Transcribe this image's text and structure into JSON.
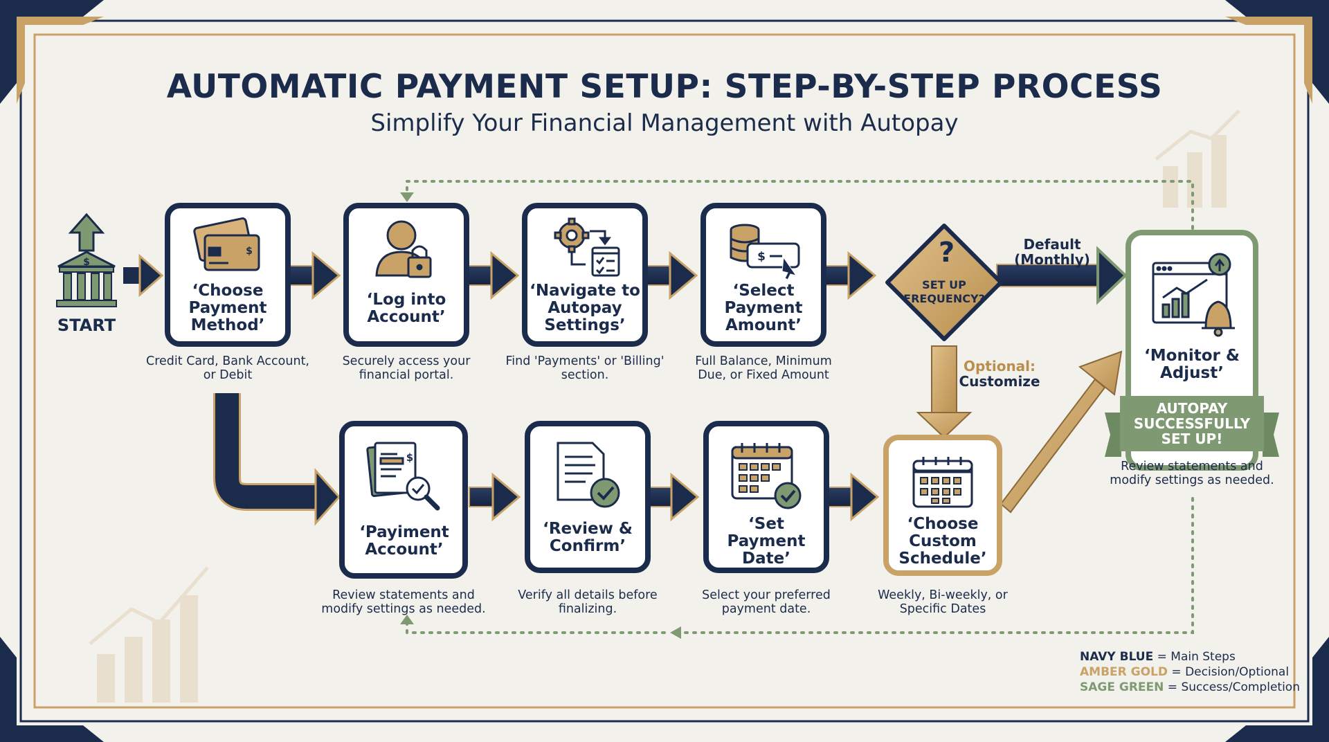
{
  "header": {
    "title": "AUTOMATIC PAYMENT SETUP: STEP-BY-STEP PROCESS",
    "subtitle": "Simplify Your Financial Management with Autopay"
  },
  "start": {
    "label": "START"
  },
  "top_steps": [
    {
      "label": "‘Choose Payment Method’",
      "desc": "Credit Card, Bank Account, or Debit"
    },
    {
      "label": "‘Log into Account’",
      "desc": "Securely access your financial portal."
    },
    {
      "label": "‘Navigate to Autopay Settings’",
      "desc": "Find 'Payments' or 'Billing' section."
    },
    {
      "label": "‘Select Payment Amount’",
      "desc": "Full Balance, Minimum Due, or Fixed Amount"
    }
  ],
  "decision": {
    "icon_glyph": "?",
    "label": "SET UP FREQUENCY?"
  },
  "branches": {
    "default_label": "Default (Monthly)",
    "optional_label": "Optional:",
    "optional_sub": "Customize"
  },
  "bottom_steps": [
    {
      "label": "‘Payiment Account’",
      "desc": "Review statements and modify settings as needed."
    },
    {
      "label": "‘Review & Confirm’",
      "desc": "Verify all details before finalizing."
    },
    {
      "label": "‘Set Payment Date’",
      "desc": "Select your preferred payment date."
    },
    {
      "label": "‘Choose Custom Schedule’",
      "desc": "Weekly, Bi-weekly, or Specific Dates"
    }
  ],
  "final": {
    "label": "‘Monitor & Adjust’",
    "banner": "AUTOPAY SUCCESSFULLY SET UP!",
    "desc": "Review statements and modify settings as needed."
  },
  "legend": [
    {
      "key": "NAVY BLUE",
      "value": "= Main Steps",
      "color": "#1b2b4b"
    },
    {
      "key": "AMBER GOLD",
      "value": "= Decision/Optional",
      "color": "#c9a267"
    },
    {
      "key": "SAGE GREEN",
      "value": "= Success/Completion",
      "color": "#7f9a72"
    }
  ],
  "colors": {
    "navy": "#1b2b4b",
    "gold": "#c9a267",
    "sage": "#7f9a72",
    "background": "#f3f1ec"
  }
}
